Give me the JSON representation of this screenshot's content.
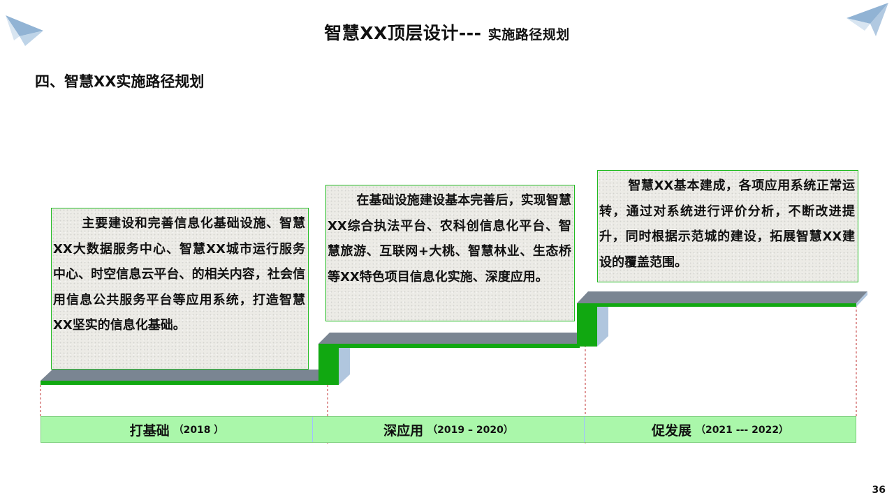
{
  "header": {
    "title_main": "智慧XX顶层设计---",
    "title_sub": "实施路径规划"
  },
  "section_title": "四、智慧XX实施路径规划",
  "phases": [
    {
      "name": "打基础",
      "years": "（2018 ）",
      "description": "主要建设和完善信息化基础设施、智慧XX大数据服务中心、智慧XX城市运行服务中心、时空信息云平台、的相关内容，社会信用信息公共服务平台等应用系统，打造智慧XX坚实的信息化基础。"
    },
    {
      "name": "深应用",
      "years": "（2019 – 2020）",
      "description": "在基础设施建设基本完善后，实现智慧XX综合执法平台、农科创信息化平台、智慧旅游、互联网+大桃、智慧林业、生态桥等XX特色项目信息化实施、深度应用。"
    },
    {
      "name": "促发展",
      "years": "（2021 --- 2022）",
      "description": "智慧XX基本建成，各项应用系统正常运转，通过对系统进行评价分析，不断改进提升，同时根据示范城的建设，拓展智慧XX建设的覆盖范围。"
    }
  ],
  "page_number": "36",
  "colors": {
    "step_green": "#11a811",
    "step_gray": "#7a8592",
    "step_side": "#b0c6de",
    "box_border": "#22bb22",
    "timeline_fill": "#aaf7aa"
  },
  "icons": [
    "paper-plane-icon"
  ]
}
